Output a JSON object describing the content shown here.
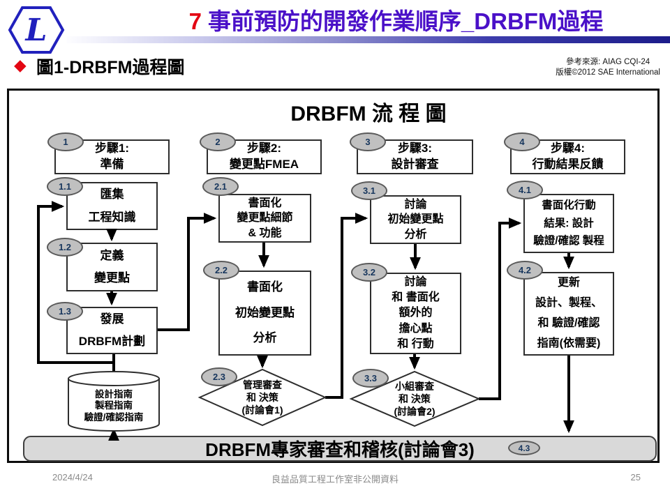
{
  "header": {
    "logo_letter": "L",
    "title_number": "7",
    "title_text": "事前預防的開發作業順序_DRBFM過程"
  },
  "subheader": {
    "bullet": "◆",
    "heading": "圖1-DRBFM過程圖",
    "source_line1": "參考來源: AIAG CQI-24",
    "source_line2": "版權©2012 SAE International"
  },
  "diagram": {
    "title": "DRBFM 流 程 圖",
    "nodes": {
      "step1": {
        "badge": "1",
        "label": "步驟1:\n準備"
      },
      "step2": {
        "badge": "2",
        "label": "步驟2:\n變更點FMEA"
      },
      "step3": {
        "badge": "3",
        "label": "步驟3:\n設計審查"
      },
      "step4": {
        "badge": "4",
        "label": "步驟4:\n行動結果反饋"
      },
      "n11": {
        "badge": "1.1",
        "label": "匯集\n工程知識"
      },
      "n12": {
        "badge": "1.2",
        "label": "定義\n變更點"
      },
      "n13": {
        "badge": "1.3",
        "label": "發展\nDRBFM計劃"
      },
      "db": {
        "label": "設計指南\n製程指南\n驗證/確認指南"
      },
      "n21": {
        "badge": "2.1",
        "label": "書面化\n變更點細節\n& 功能"
      },
      "n22": {
        "badge": "2.2",
        "label": "書面化\n初始變更點\n分析"
      },
      "d23": {
        "badge": "2.3",
        "label": "管理審查\n和 決策\n(討論會1)"
      },
      "n31": {
        "badge": "3.1",
        "label": "討論\n初始變更點\n分析"
      },
      "n32": {
        "badge": "3.2",
        "label": "討論\n和 書面化\n額外的\n擔心點\n和 行動"
      },
      "d33": {
        "badge": "3.3",
        "label": "小組審查\n和 決策\n(討論會2)"
      },
      "n41": {
        "badge": "4.1",
        "label": "書面化行動\n結果: 設計\n驗證/確認 製程"
      },
      "n42": {
        "badge": "4.2",
        "label": "更新\n設計、製程、\n和 驗證/確認\n指南(依需要)"
      },
      "review_bar": {
        "badge": "4.3",
        "label": "DRBFM專家審查和稽核(討論會3)"
      }
    },
    "colors": {
      "badge_fill": "#c0c0c0",
      "bar_fill": "#d9d9d9",
      "box_border": "#2d2d2d",
      "title_purple": "#4a10c8",
      "accent_red": "#e30613"
    }
  },
  "footer": {
    "date": "2024/4/24",
    "center": "良益品質工程工作室非公開資料",
    "page": "25"
  }
}
